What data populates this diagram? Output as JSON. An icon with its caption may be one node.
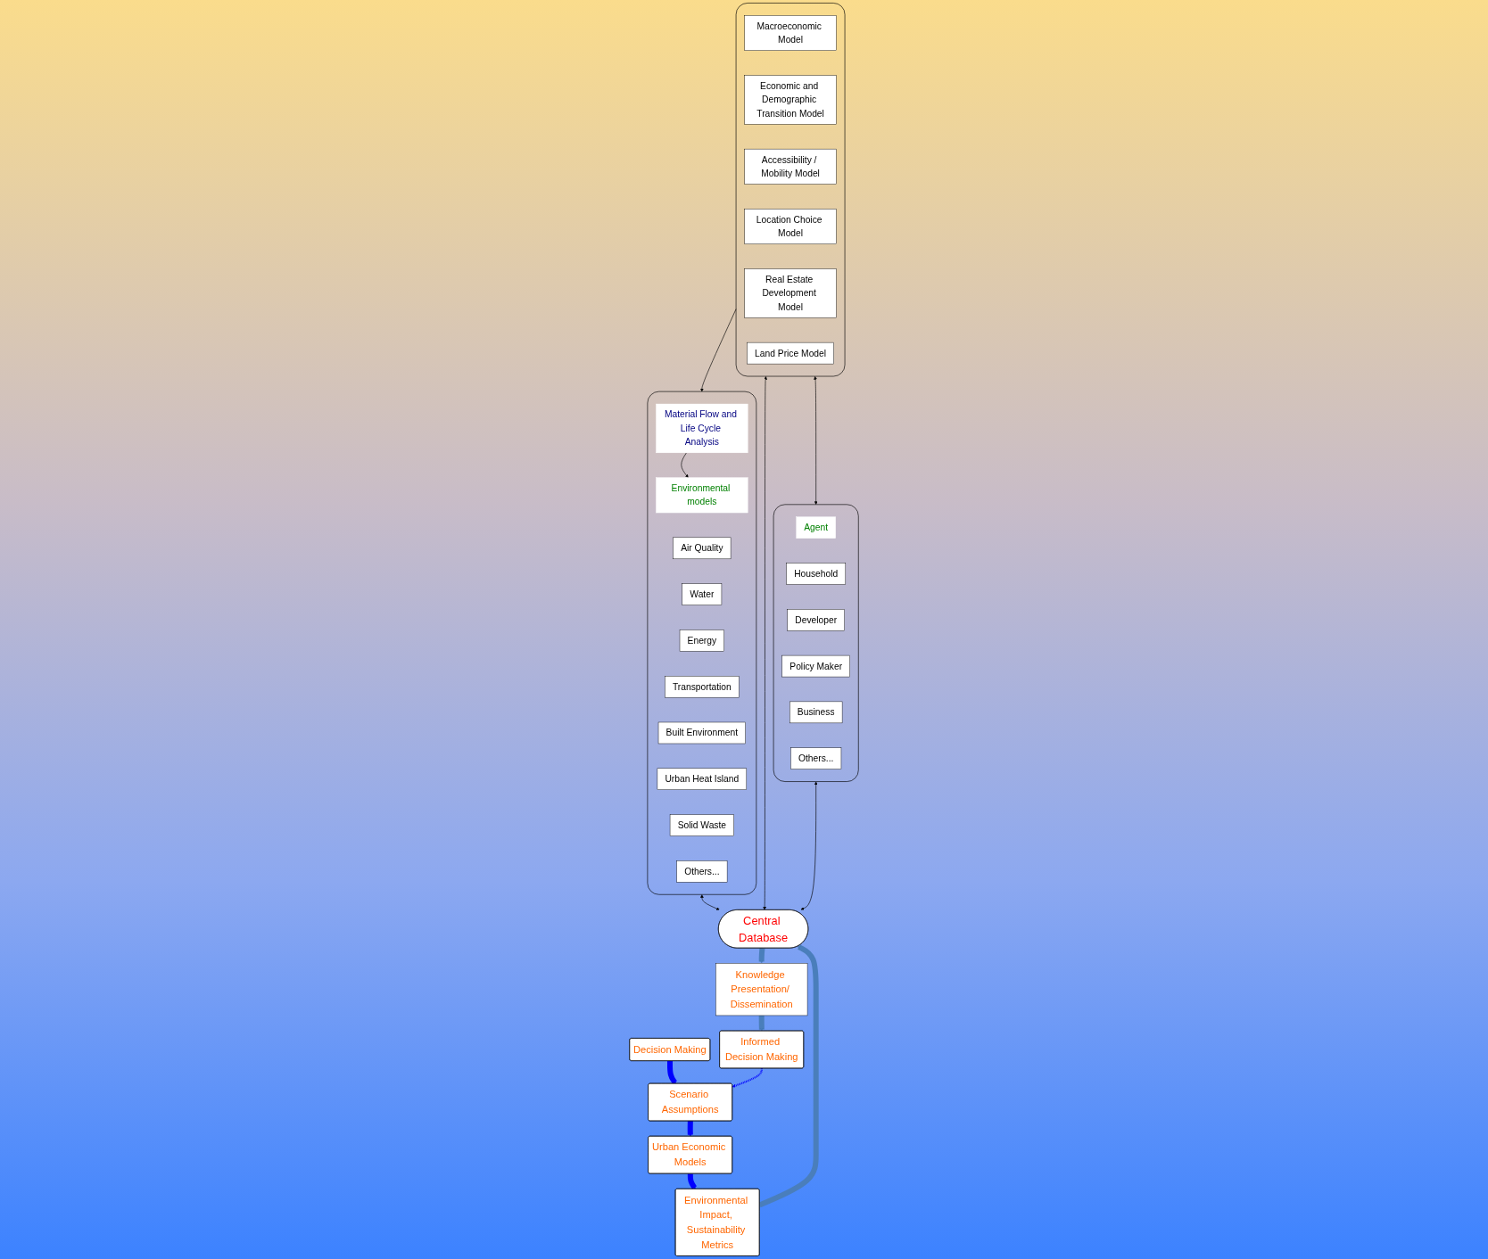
{
  "diagram": {
    "nodes": [
      {
        "text": [
          "Environmental Impact, Sustainability Metrics"
        ]
      },
      {
        "text": [
          "Urban Economic Models"
        ]
      },
      {
        "text": [
          "Scenario Assumptions"
        ]
      },
      {
        "text": [],
        "shape": "box"
      },
      {
        "text": [
          "Material Flow and Life Cycle Analysis"
        ],
        "in": 3
      },
      {
        "text": [
          "Environmental models"
        ],
        "in": 3
      },
      {
        "text": [
          "Air Quality"
        ],
        "in": 3
      },
      {
        "text": [
          "Water"
        ],
        "in": 3
      },
      {
        "text": [
          "Energy"
        ],
        "in": 3
      },
      {
        "text": [
          "Transportation"
        ],
        "in": 3
      },
      {
        "text": [
          "Built Environment"
        ],
        "in": 3
      },
      {
        "text": [
          "Urban Heat Island"
        ],
        "in": 3
      },
      {
        "text": [
          "Solid Waste"
        ],
        "in": 3
      },
      {
        "text": [
          "Others..."
        ],
        "in": 3
      },
      {
        "text": [],
        "shape": "box"
      },
      {
        "text": [
          "Macroeconomic Model"
        ],
        "in": 14
      },
      {
        "text": [
          "Economic and Demographic Transition Model"
        ],
        "in": 14
      },
      {
        "text": [
          "Accessibility / Mobility Model"
        ],
        "in": 14
      },
      {
        "text": [
          "Location Choice Model"
        ],
        "in": 14
      },
      {
        "text": [
          "Real Estate Development Model"
        ],
        "in": 14
      },
      {
        "text": [
          "Land Price Model"
        ],
        "in": 14
      },
      {
        "text": [
          "Decision Making"
        ]
      },
      {
        "text": [
          "Informed Decision Making"
        ]
      },
      {
        "text": [],
        "shape": "box"
      },
      {
        "text": [
          "Agent"
        ],
        "in": 23
      },
      {
        "text": [
          "Household"
        ],
        "in": 23
      },
      {
        "text": [
          "Developer"
        ],
        "in": 23
      },
      {
        "text": [
          "Policy Maker"
        ],
        "in": 23
      },
      {
        "text": [
          "Business"
        ],
        "in": 23
      },
      {
        "text": [
          "Others..."
        ],
        "in": 23
      },
      {
        "text": [
          "Knowledge Presentation/ Dissemination"
        ]
      },
      {
        "text": [
          "Central Database"
        ]
      }
    ],
    "edges": [
      {
        "from": 1,
        "to": 0,
        "arrow": "to",
        "style": "thick",
        "color": "#0000ff"
      },
      {
        "from": 2,
        "to": 1,
        "arrow": "to",
        "style": "thick",
        "color": "#0000ff"
      },
      {
        "from": 21,
        "to": 2,
        "arrow": "to",
        "style": "thick",
        "color": "#0000ff"
      },
      {
        "from": 22,
        "to": 2,
        "arrow": "to",
        "style": "dashed",
        "color": "#0000ff"
      },
      {
        "from": 4,
        "to": 5,
        "arrow": "to"
      },
      {
        "from": 14,
        "to": 3,
        "arrow": "to"
      },
      {
        "from": 14,
        "to": 23,
        "arrow": "both"
      },
      {
        "from": 3,
        "to": 31,
        "arrow": "both"
      },
      {
        "from": 14,
        "to": 31,
        "arrow": "both"
      },
      {
        "from": 23,
        "to": 31,
        "arrow": "both"
      },
      {
        "from": 0,
        "to": 31,
        "arrow": "to",
        "style": "thick",
        "color": "#4a7ebb"
      },
      {
        "from": 31,
        "to": 30,
        "arrow": "to",
        "style": "thick",
        "color": "#4a7ebb"
      },
      {
        "from": 30,
        "to": 22,
        "arrow": "to",
        "style": "thick",
        "color": "#4a7ebb"
      }
    ]
  }
}
